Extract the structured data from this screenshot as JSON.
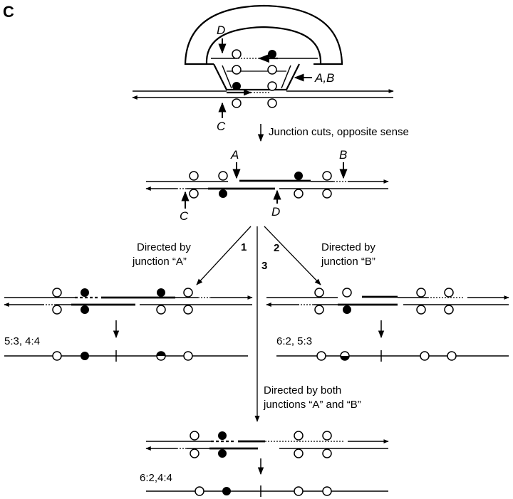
{
  "panel_label": "C",
  "top": {
    "label_D": "D",
    "label_AB": "A,B",
    "label_C": "C",
    "step_text": "Junction cuts, opposite sense"
  },
  "cut": {
    "label_A": "A",
    "label_B": "B",
    "label_C": "C",
    "label_D": "D"
  },
  "branches": {
    "b1_number": "1",
    "b2_number": "2",
    "b3_number": "3",
    "b1_text_line1": "Directed by",
    "b1_text_line2": "junction “A”",
    "b2_text_line1": "Directed by",
    "b2_text_line2": "junction “B”",
    "b3_text_line1": "Directed by both",
    "b3_text_line2": "junctions “A” and “B”"
  },
  "results": {
    "left_ratio": "5:3, 4:4",
    "right_ratio": "6:2, 5:3",
    "bottom_ratio": "6:2,4:4"
  }
}
